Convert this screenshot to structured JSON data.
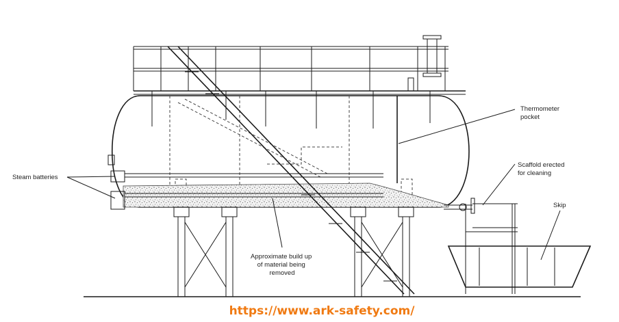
{
  "labels": {
    "thermometer": [
      "Thermometer",
      "pocket"
    ],
    "scaffold": [
      "Scaffold erected",
      "for cleaning"
    ],
    "skip": "Skip",
    "steam": "Steam batteries",
    "material": [
      "Approximate build up",
      "of material being",
      "removed"
    ]
  },
  "url": "https://www.ark-safety.com/",
  "colors": {
    "url": "#f07a12",
    "line": "#1a1a1a",
    "deposit": "#ececec"
  }
}
